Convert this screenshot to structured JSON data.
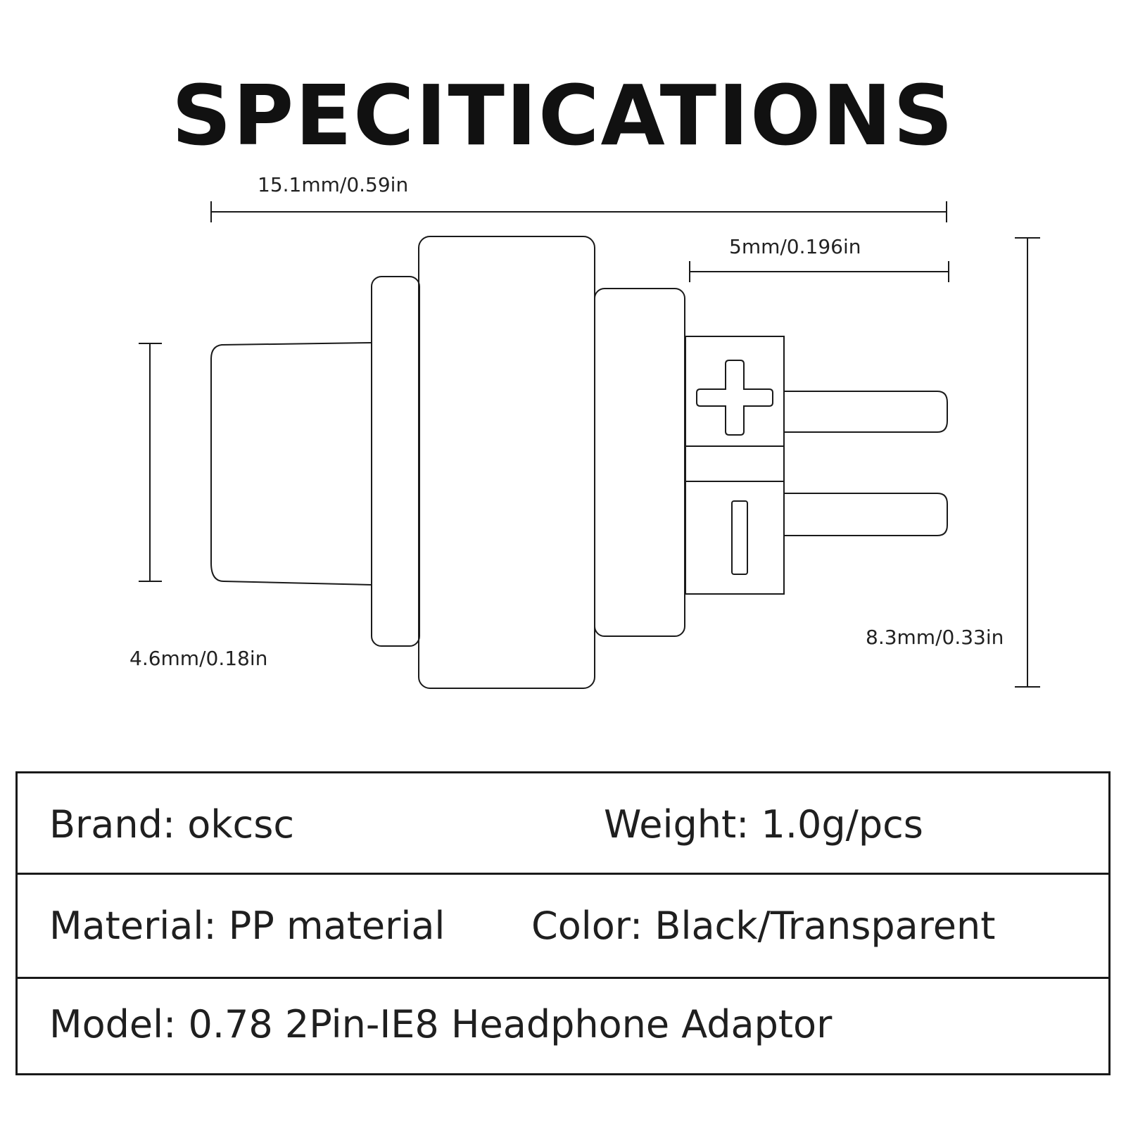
{
  "title": "SPECITICATIONS",
  "dimensions": {
    "total_length": "15.1mm/0.59in",
    "pin_length": "5mm/0.196in",
    "height": "8.3mm/0.33in",
    "plug_diameter": "4.6mm/0.18in"
  },
  "specs": {
    "brand": "Brand: okcsc",
    "weight": "Weight: 1.0g/pcs",
    "material": "Material: PP material",
    "color": "Color: Black/Transparent",
    "model": "Model: 0.78 2Pin-IE8 Headphone Adaptor"
  }
}
